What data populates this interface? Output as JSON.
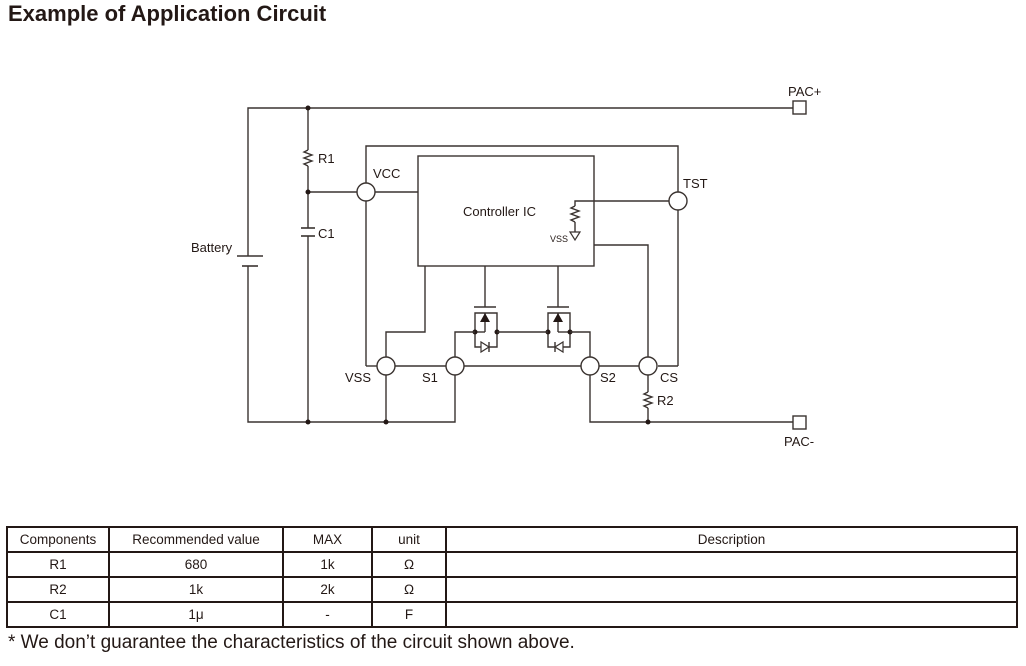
{
  "title": "Example of Application Circuit",
  "diagram": {
    "labels": {
      "pac_plus": "PAC+",
      "pac_minus": "PAC-",
      "battery": "Battery",
      "r1": "R1",
      "c1": "C1",
      "r2": "R2",
      "vcc": "VCC",
      "tst": "TST",
      "vss": "VSS",
      "s1": "S1",
      "s2": "S2",
      "cs": "CS",
      "ic": "Controller IC",
      "internal_vss": "VSS"
    }
  },
  "table": {
    "headers": [
      "Components",
      "Recommended value",
      "MAX",
      "unit",
      "Description"
    ],
    "rows": [
      [
        "R1",
        "680",
        "1k",
        "Ω",
        ""
      ],
      [
        "R2",
        "1k",
        "2k",
        "Ω",
        ""
      ],
      [
        "C1",
        "1μ",
        "-",
        "F",
        ""
      ]
    ]
  },
  "note": "* We don’t guarantee the characteristics of the circuit shown above."
}
